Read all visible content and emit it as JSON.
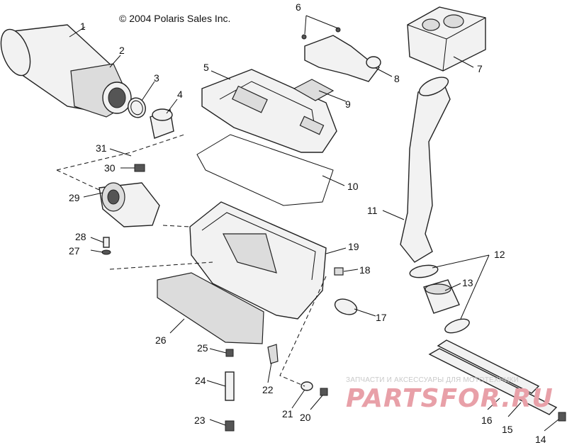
{
  "copyright": "© 2004 Polaris Sales Inc.",
  "callouts": {
    "c1": "1",
    "c2": "2",
    "c3": "3",
    "c4": "4",
    "c5": "5",
    "c6": "6",
    "c7": "7",
    "c8": "8",
    "c9": "9",
    "c10": "10",
    "c11": "11",
    "c12": "12",
    "c13": "13",
    "c14": "14",
    "c15": "15",
    "c16": "16",
    "c17": "17",
    "c18": "18",
    "c19": "19",
    "c20": "20",
    "c21": "21",
    "c22": "22",
    "c23": "23",
    "c24": "24",
    "c25": "25",
    "c26": "26",
    "c27": "27",
    "c28": "28",
    "c29": "29",
    "c30": "30",
    "c31": "31"
  },
  "watermark": {
    "tagline": "ЗАПЧАСТИ И АКСЕССУАРЫ ДЛЯ МОТОТЕХНИКИ",
    "logo": "PARTSFOR.RU"
  }
}
